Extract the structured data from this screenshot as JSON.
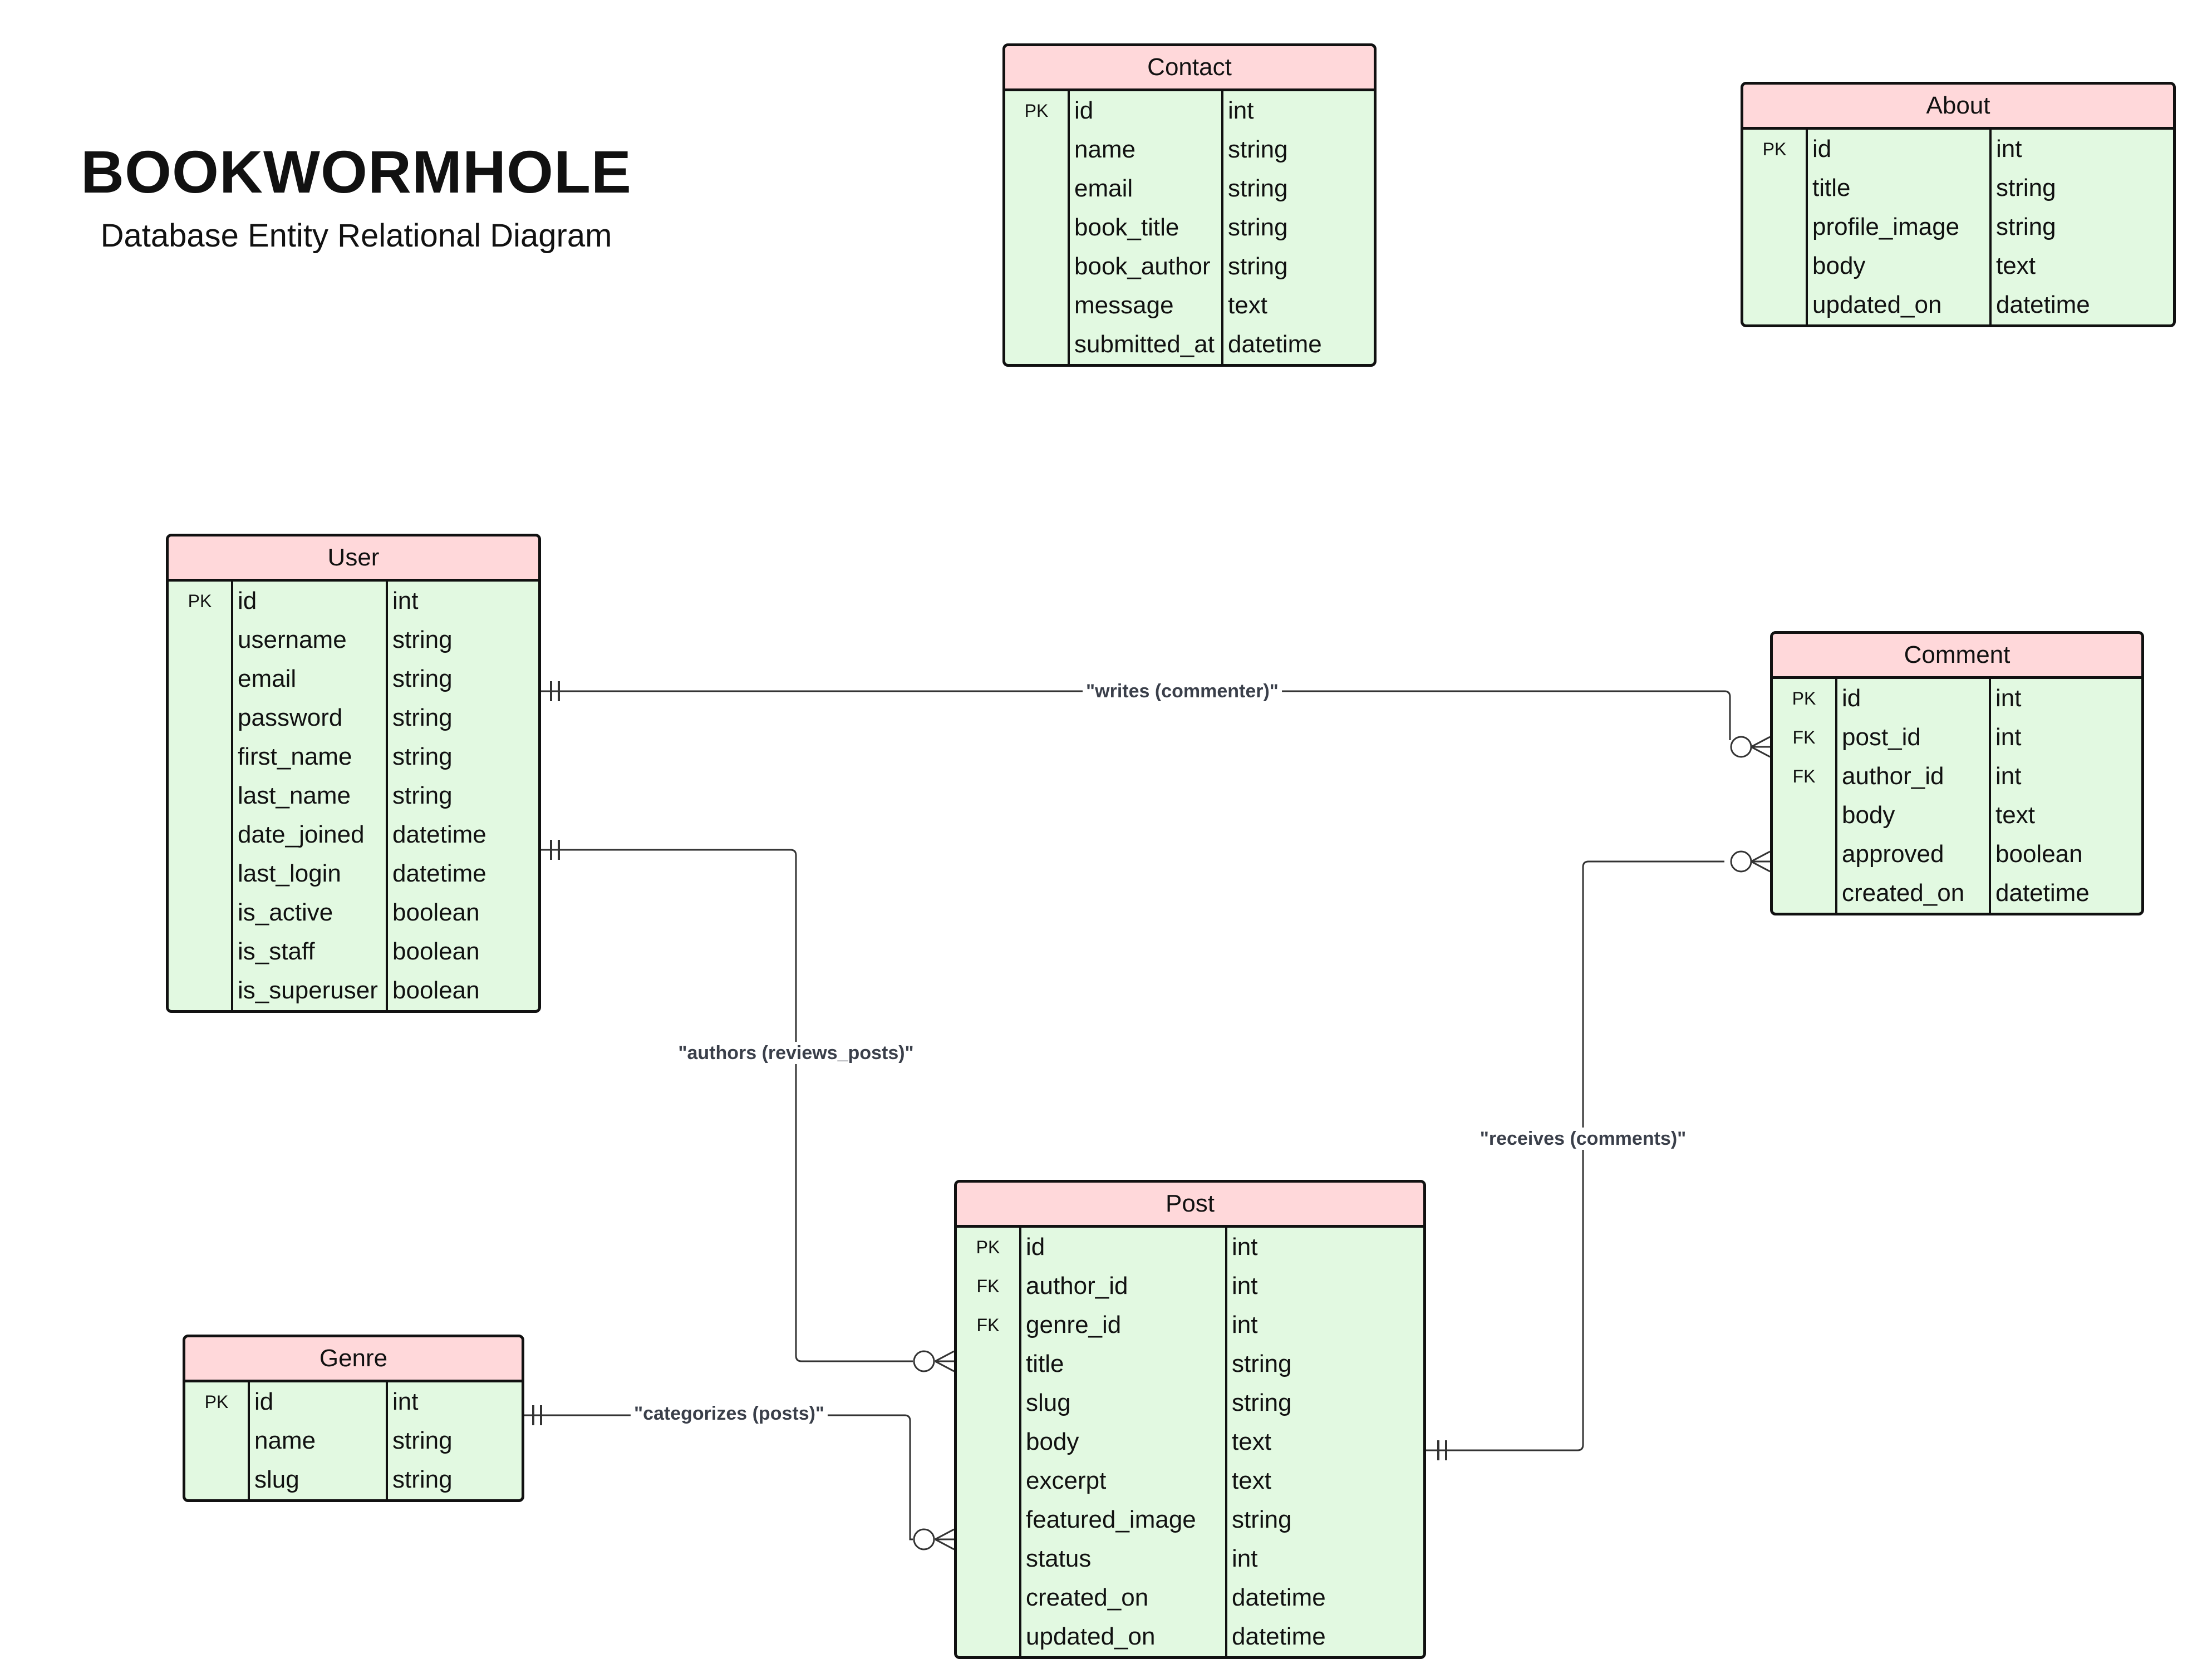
{
  "title": "BOOKWORMHOLE",
  "subtitle": "Database Entity Relational Diagram",
  "entities": {
    "contact": {
      "name": "Contact",
      "rows": [
        {
          "key": "PK",
          "field": "id",
          "type": "int"
        },
        {
          "key": "",
          "field": "name",
          "type": "string"
        },
        {
          "key": "",
          "field": "email",
          "type": "string"
        },
        {
          "key": "",
          "field": "book_title",
          "type": "string"
        },
        {
          "key": "",
          "field": "book_author",
          "type": "string"
        },
        {
          "key": "",
          "field": "message",
          "type": "text"
        },
        {
          "key": "",
          "field": "submitted_at",
          "type": "datetime"
        }
      ]
    },
    "about": {
      "name": "About",
      "rows": [
        {
          "key": "PK",
          "field": "id",
          "type": "int"
        },
        {
          "key": "",
          "field": "title",
          "type": "string"
        },
        {
          "key": "",
          "field": "profile_image",
          "type": "string"
        },
        {
          "key": "",
          "field": "body",
          "type": "text"
        },
        {
          "key": "",
          "field": "updated_on",
          "type": "datetime"
        }
      ]
    },
    "user": {
      "name": "User",
      "rows": [
        {
          "key": "PK",
          "field": "id",
          "type": "int"
        },
        {
          "key": "",
          "field": "username",
          "type": "string"
        },
        {
          "key": "",
          "field": "email",
          "type": "string"
        },
        {
          "key": "",
          "field": "password",
          "type": "string"
        },
        {
          "key": "",
          "field": "first_name",
          "type": "string"
        },
        {
          "key": "",
          "field": "last_name",
          "type": "string"
        },
        {
          "key": "",
          "field": "date_joined",
          "type": "datetime"
        },
        {
          "key": "",
          "field": "last_login",
          "type": "datetime"
        },
        {
          "key": "",
          "field": "is_active",
          "type": "boolean"
        },
        {
          "key": "",
          "field": "is_staff",
          "type": "boolean"
        },
        {
          "key": "",
          "field": "is_superuser",
          "type": "boolean"
        }
      ]
    },
    "comment": {
      "name": "Comment",
      "rows": [
        {
          "key": "PK",
          "field": "id",
          "type": "int"
        },
        {
          "key": "FK",
          "field": "post_id",
          "type": "int"
        },
        {
          "key": "FK",
          "field": "author_id",
          "type": "int"
        },
        {
          "key": "",
          "field": "body",
          "type": "text"
        },
        {
          "key": "",
          "field": "approved",
          "type": "boolean"
        },
        {
          "key": "",
          "field": "created_on",
          "type": "datetime"
        }
      ]
    },
    "genre": {
      "name": "Genre",
      "rows": [
        {
          "key": "PK",
          "field": "id",
          "type": "int"
        },
        {
          "key": "",
          "field": "name",
          "type": "string"
        },
        {
          "key": "",
          "field": "slug",
          "type": "string"
        }
      ]
    },
    "post": {
      "name": "Post",
      "rows": [
        {
          "key": "PK",
          "field": "id",
          "type": "int"
        },
        {
          "key": "FK",
          "field": "author_id",
          "type": "int"
        },
        {
          "key": "FK",
          "field": "genre_id",
          "type": "int"
        },
        {
          "key": "",
          "field": "title",
          "type": "string"
        },
        {
          "key": "",
          "field": "slug",
          "type": "string"
        },
        {
          "key": "",
          "field": "body",
          "type": "text"
        },
        {
          "key": "",
          "field": "excerpt",
          "type": "text"
        },
        {
          "key": "",
          "field": "featured_image",
          "type": "string"
        },
        {
          "key": "",
          "field": "status",
          "type": "int"
        },
        {
          "key": "",
          "field": "created_on",
          "type": "datetime"
        },
        {
          "key": "",
          "field": "updated_on",
          "type": "datetime"
        }
      ]
    }
  },
  "relationships": {
    "writes": {
      "label": "\"writes (commenter)\"",
      "from": "User",
      "to": "Comment",
      "from_card": "one",
      "to_card": "zero-or-many"
    },
    "authors": {
      "label": "\"authors (reviews_posts)\"",
      "from": "User",
      "to": "Post",
      "from_card": "one",
      "to_card": "zero-or-many"
    },
    "categorizes": {
      "label": "\"categorizes (posts)\"",
      "from": "Genre",
      "to": "Post",
      "from_card": "one",
      "to_card": "zero-or-many"
    },
    "receives": {
      "label": "\"receives (comments)\"",
      "from": "Post",
      "to": "Comment",
      "from_card": "one",
      "to_card": "zero-or-many"
    }
  },
  "colors": {
    "header": "#ffd8da",
    "body": "#e2f9e1",
    "border": "#111111",
    "label": "#3a3f4a"
  }
}
